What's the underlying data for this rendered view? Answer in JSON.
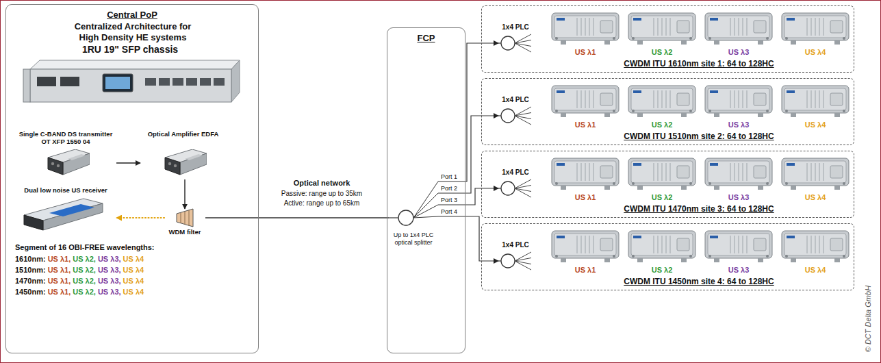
{
  "diagram": {
    "nodes": [
      {
        "text": [
          "Central PoP",
          "Centralized Architecture for High Density HE systems"
        ]
      },
      {
        "text": [
          "1RU 19\" SFP chassis"
        ],
        "in": 0
      },
      {
        "text": [
          "Single C-BAND DS transmitter OT XFP 1550 04"
        ],
        "in": 0
      },
      {
        "text": [
          "Optical Amplifier EDFA"
        ],
        "in": 0
      },
      {
        "text": [
          "Dual low noise US receiver"
        ],
        "in": 0
      },
      {
        "text": [
          "WDM filter"
        ],
        "in": 0
      },
      {
        "text": [
          "FCP"
        ]
      },
      {
        "text": [
          "Up to 1x4 PLC optical splitter"
        ],
        "in": 6
      },
      {
        "text": [
          "CWDM ITU 1610nm site 1: 64 to 128HC"
        ]
      },
      {
        "text": [
          "1x4 PLC"
        ],
        "in": 8
      },
      {
        "text": [
          "US λ1"
        ],
        "in": 8
      },
      {
        "text": [
          "US λ2"
        ],
        "in": 8
      },
      {
        "text": [
          "US λ3"
        ],
        "in": 8
      },
      {
        "text": [
          "US λ4"
        ],
        "in": 8
      },
      {
        "text": [
          "CWDM ITU 1510nm site 2: 64 to 128HC"
        ]
      },
      {
        "text": [
          "1x4 PLC"
        ],
        "in": 14
      },
      {
        "text": [
          "US λ1"
        ],
        "in": 14
      },
      {
        "text": [
          "US λ2"
        ],
        "in": 14
      },
      {
        "text": [
          "US λ3"
        ],
        "in": 14
      },
      {
        "text": [
          "US λ4"
        ],
        "in": 14
      },
      {
        "text": [
          "CWDM ITU 1470nm site 3: 64 to 128HC"
        ]
      },
      {
        "text": [
          "1x4 PLC"
        ],
        "in": 20
      },
      {
        "text": [
          "US λ1"
        ],
        "in": 20
      },
      {
        "text": [
          "US λ2"
        ],
        "in": 20
      },
      {
        "text": [
          "US λ3"
        ],
        "in": 20
      },
      {
        "text": [
          "US λ4"
        ],
        "in": 20
      },
      {
        "text": [
          "CWDM ITU 1450nm site 4: 64 to 128HC"
        ]
      },
      {
        "text": [
          "1x4 PLC"
        ],
        "in": 26
      },
      {
        "text": [
          "US λ1"
        ],
        "in": 26
      },
      {
        "text": [
          "US λ2"
        ],
        "in": 26
      },
      {
        "text": [
          "US λ3"
        ],
        "in": 26
      },
      {
        "text": [
          "US λ4"
        ],
        "in": 26
      }
    ],
    "edges": [
      {
        "from": 2,
        "to": 3,
        "arrow": "to"
      },
      {
        "from": 3,
        "to": 5,
        "arrow": "to"
      },
      {
        "from": 5,
        "to": 4,
        "arrow": "to"
      },
      {
        "from": 5,
        "to": 7,
        "arrow": "none"
      },
      {
        "from": 7,
        "to": 9,
        "arrow": "to",
        "label": "Port 1"
      },
      {
        "from": 7,
        "to": 15,
        "arrow": "to",
        "label": "Port 2"
      },
      {
        "from": 7,
        "to": 21,
        "arrow": "to",
        "label": "Port 3"
      },
      {
        "from": 7,
        "to": 27,
        "arrow": "to",
        "label": "Port 4"
      }
    ],
    "labels": [
      "Optical network",
      "Passive: range up to 35km",
      "Active: range up to 65km",
      "Segment of 16 OBI-FREE wavelengths:",
      "1610nm:",
      "US λ1,",
      "US λ2,",
      "US λ3,",
      "US λ4",
      "1510nm:",
      "US λ1,",
      "US λ2,",
      "US λ3,",
      "US λ4",
      "1470nm:",
      "US λ1,",
      "US λ2,",
      "US λ3,",
      "US λ4",
      "1450nm:",
      "US λ1,",
      "US λ2,",
      "US λ3,",
      "US λ4",
      "© DCT Delta GmbH"
    ]
  }
}
